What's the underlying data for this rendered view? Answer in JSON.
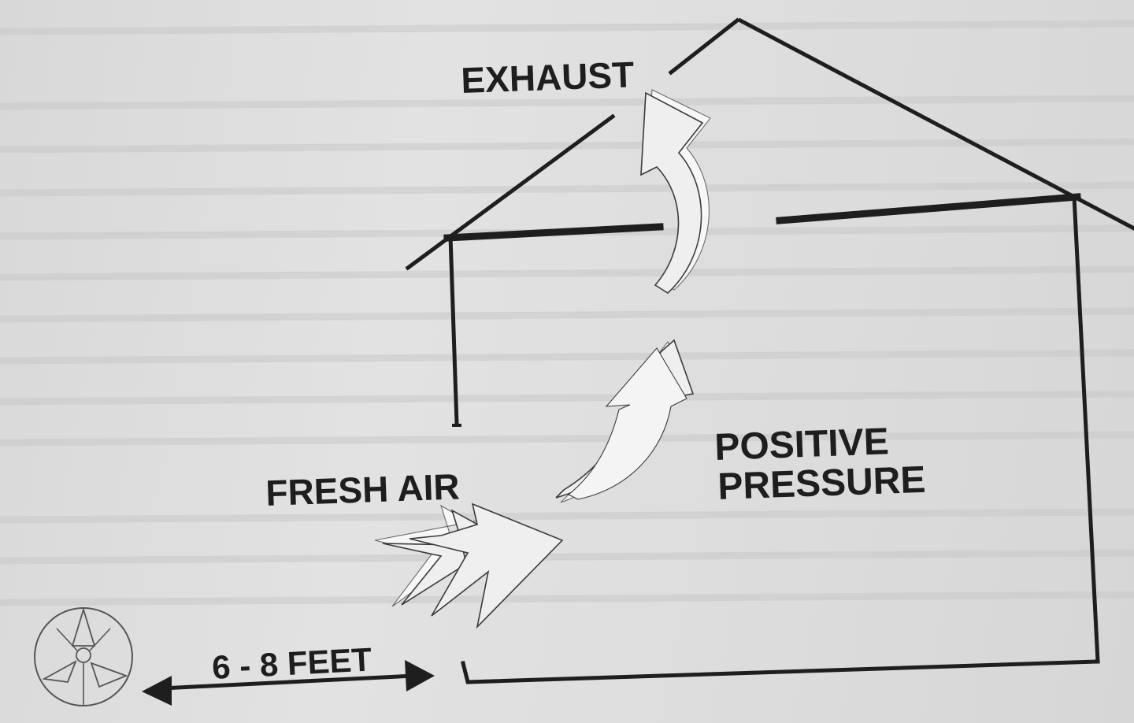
{
  "labels": {
    "exhaust": "EXHAUST",
    "fresh_air": "FRESH AIR",
    "positive_line1": "POSITIVE",
    "positive_line2": "PRESSURE",
    "distance": "6 - 8 FEET"
  },
  "icons": {
    "fan": "fan-icon",
    "distance_arrow": "double-arrow-icon"
  },
  "colors": {
    "ink": "#1e1e1e",
    "paper": "#dcdcdc",
    "arrow_fill": "#efefef"
  }
}
